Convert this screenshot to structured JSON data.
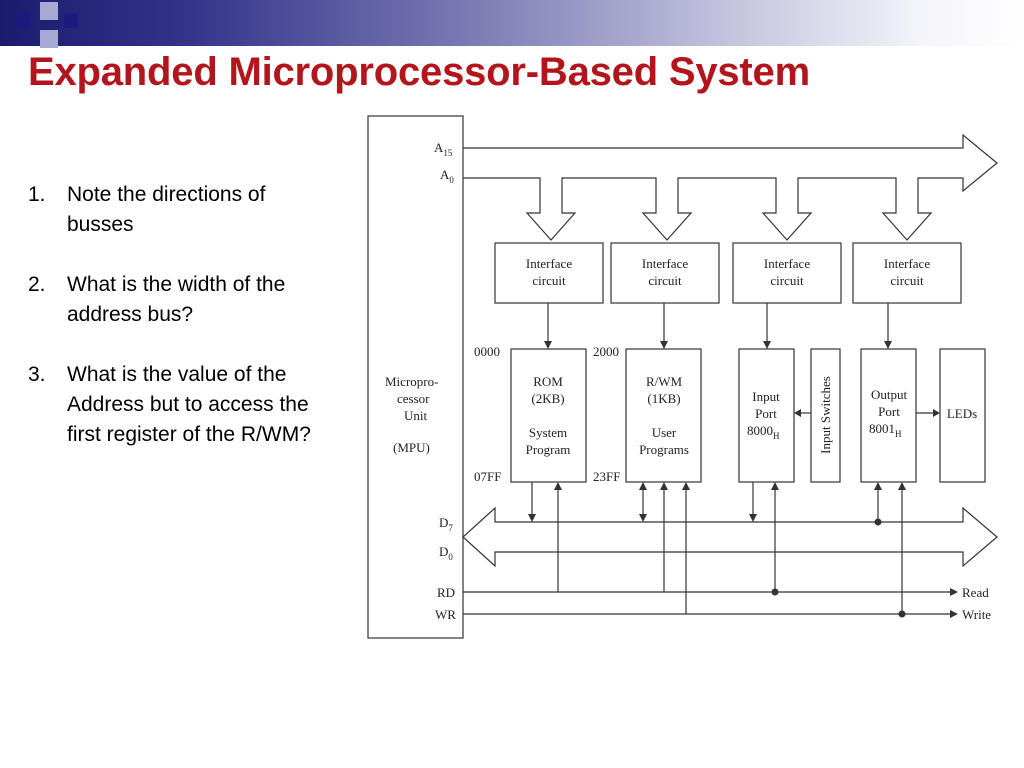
{
  "slide": {
    "title": "Expanded Microprocessor-Based System",
    "questions": [
      {
        "number": "1.",
        "text": "Note the directions of busses"
      },
      {
        "number": "2.",
        "text": "What is the width of the address bus?"
      },
      {
        "number": "3.",
        "text": "What is the value of the Address but to access the first register of the R/WM?"
      }
    ]
  },
  "colors": {
    "title": "#b3151c",
    "header_dark": "#1b1b6e",
    "square_navy": "#1a1a80",
    "square_light": "#a8a8d4",
    "line": "#333333"
  },
  "diagram": {
    "mpu": {
      "lines": [
        "Micropro-",
        "cessor",
        "Unit"
      ],
      "sub": "(MPU)"
    },
    "address_bus": {
      "a15": "A",
      "a15_sub": "15",
      "a0": "A",
      "a0_sub": "0"
    },
    "data_bus": {
      "d7": "D",
      "d7_sub": "7",
      "d0": "D",
      "d0_sub": "0"
    },
    "control": {
      "rd": "RD",
      "wr": "WR",
      "read": "Read",
      "write": "Write"
    },
    "interface": {
      "line1": "Interface",
      "line2": "circuit"
    },
    "rom": {
      "start_addr": "0000",
      "end_addr": "07FF",
      "name": "ROM",
      "size": "(2KB)",
      "desc1": "System",
      "desc2": "Program"
    },
    "rwm": {
      "start_addr": "2000",
      "end_addr": "23FF",
      "name": "R/WM",
      "size": "(1KB)",
      "desc1": "User",
      "desc2": "Programs"
    },
    "input_port": {
      "line1": "Input",
      "line2": "Port",
      "addr": "8000",
      "addr_sub": "H"
    },
    "input_switches": "Input Switches",
    "output_port": {
      "line1": "Output",
      "line2": "Port",
      "addr": "8001",
      "addr_sub": "H"
    },
    "leds": "LEDs"
  }
}
